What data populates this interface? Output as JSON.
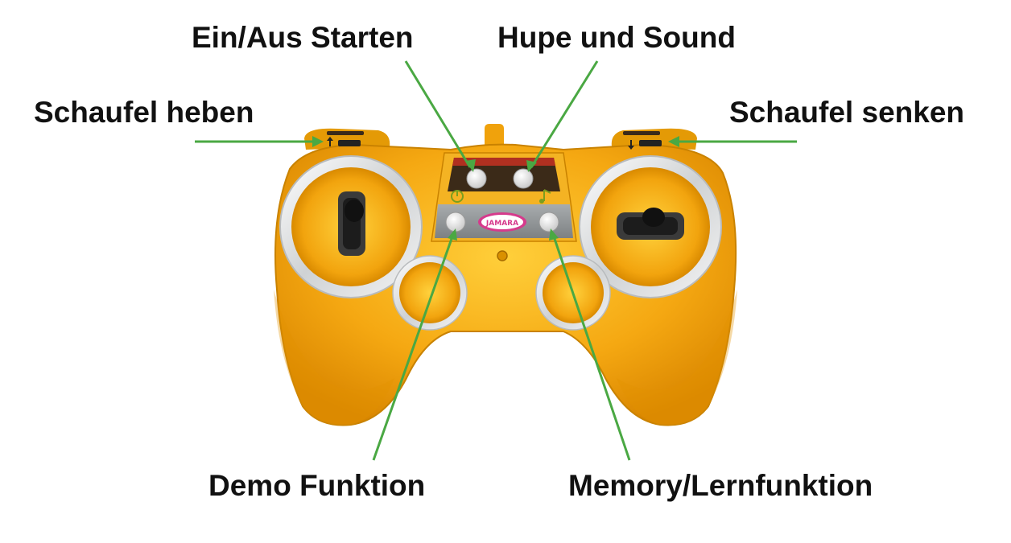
{
  "labels": {
    "ein_aus": "Ein/Aus Starten",
    "hupe": "Hupe und Sound",
    "schaufel_heben": "Schaufel heben",
    "schaufel_senken": "Schaufel senken",
    "demo": "Demo Funktion",
    "memory": "Memory/Lernfunktion"
  },
  "controller": {
    "logo": "JAMARA"
  },
  "colors": {
    "body": "#f2a40e",
    "body_shadow": "#d98a00",
    "ring": "#e8e8e8",
    "arrow": "#4aa843",
    "text": "#111111",
    "panel": "#8a8d8f"
  },
  "icons": [
    "shovel-up-icon",
    "shovel-down-icon",
    "power-icon",
    "music-note-icon"
  ]
}
